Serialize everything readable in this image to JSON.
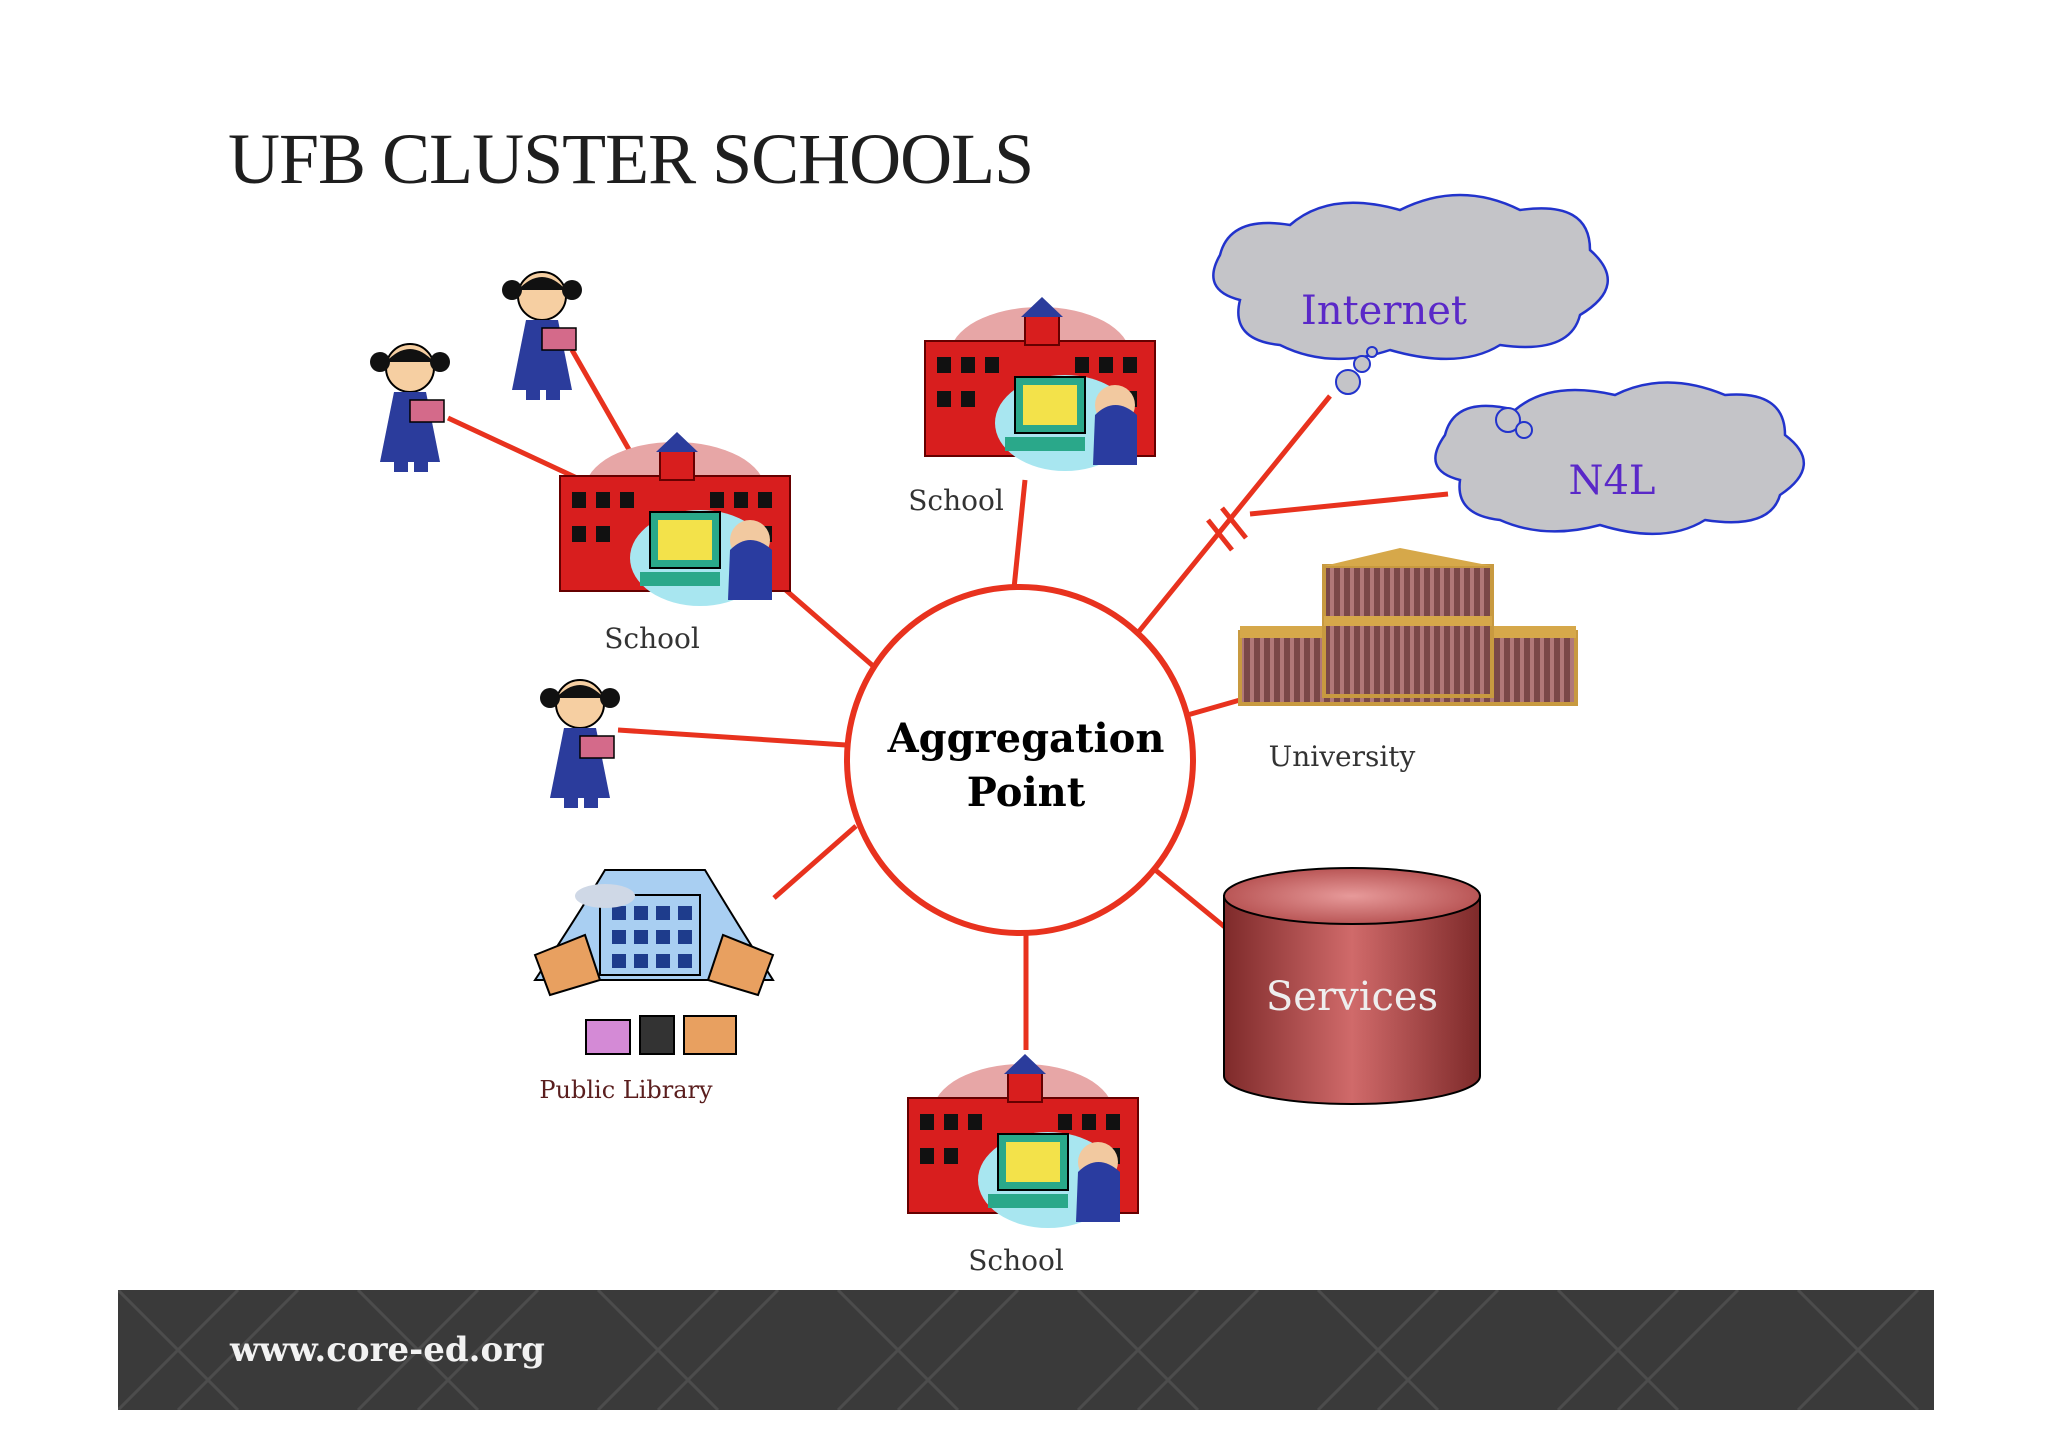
{
  "slide": {
    "title": "UFB CLUSTER SCHOOLS",
    "footer_url": "www.core-ed.org"
  },
  "diagram": {
    "hub": {
      "line1": "Aggregation",
      "line2": "Point"
    },
    "labels": {
      "school_left": "School",
      "school_top": "School",
      "school_bottom": "School",
      "university": "University",
      "public_library": "Public Library",
      "internet": "Internet",
      "n4l": "N4L",
      "services": "Services"
    },
    "colors": {
      "link": "#e8321e",
      "cloud_fill": "#c4c4c8",
      "cloud_stroke": "#2233cc",
      "cloud_text": "#5a28c8",
      "services_fill": "#9b3a3a",
      "school_red": "#d81e1e"
    }
  }
}
